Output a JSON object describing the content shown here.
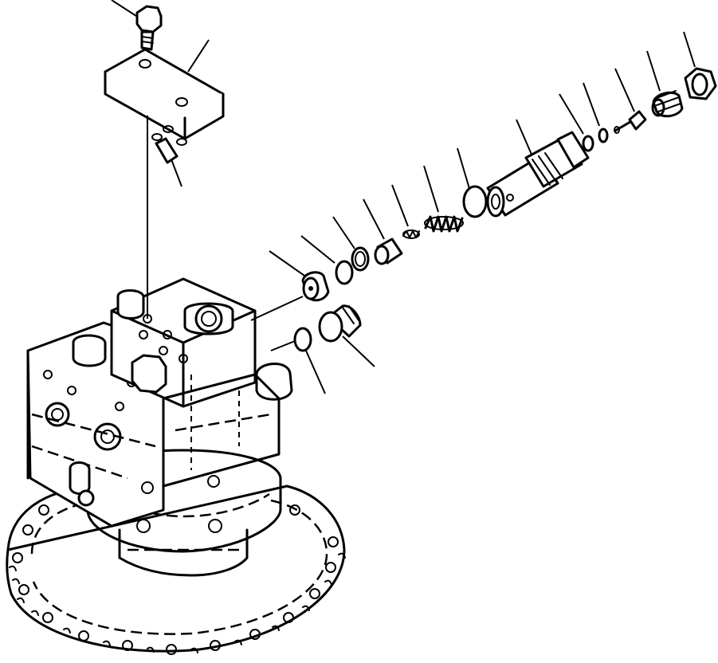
{
  "diagram": {
    "kind": "exploded-parts-view",
    "colors": {
      "ink": "#000000",
      "paper": "#ffffff"
    },
    "parts": [
      {
        "id": "bolt",
        "icon": "hex-bolt-icon"
      },
      {
        "id": "cover-plate",
        "icon": "rect-plate-icon"
      },
      {
        "id": "dowel-pins",
        "icon": "pin-icon"
      },
      {
        "id": "valve-plug",
        "icon": "plug-icon"
      },
      {
        "id": "o-ring-small",
        "icon": "ring-icon"
      },
      {
        "id": "backup-ring",
        "icon": "ring-icon"
      },
      {
        "id": "piston",
        "icon": "cylinder-icon"
      },
      {
        "id": "spring-small",
        "icon": "spring-icon"
      },
      {
        "id": "spring-large",
        "icon": "spring-icon"
      },
      {
        "id": "o-ring-large",
        "icon": "ring-icon"
      },
      {
        "id": "relief-valve-body",
        "icon": "valve-body-icon"
      },
      {
        "id": "o-ring-tiny",
        "icon": "ring-icon"
      },
      {
        "id": "backup-ring-tiny",
        "icon": "ring-icon"
      },
      {
        "id": "adjusting-screw",
        "icon": "screw-icon"
      },
      {
        "id": "spring-cap",
        "icon": "spring-icon"
      },
      {
        "id": "lock-nut",
        "icon": "hex-nut-icon"
      },
      {
        "id": "port-plug",
        "icon": "plug-icon"
      },
      {
        "id": "port-o-ring",
        "icon": "ring-icon"
      },
      {
        "id": "swing-motor-housing",
        "icon": "motor-housing-icon"
      }
    ]
  }
}
